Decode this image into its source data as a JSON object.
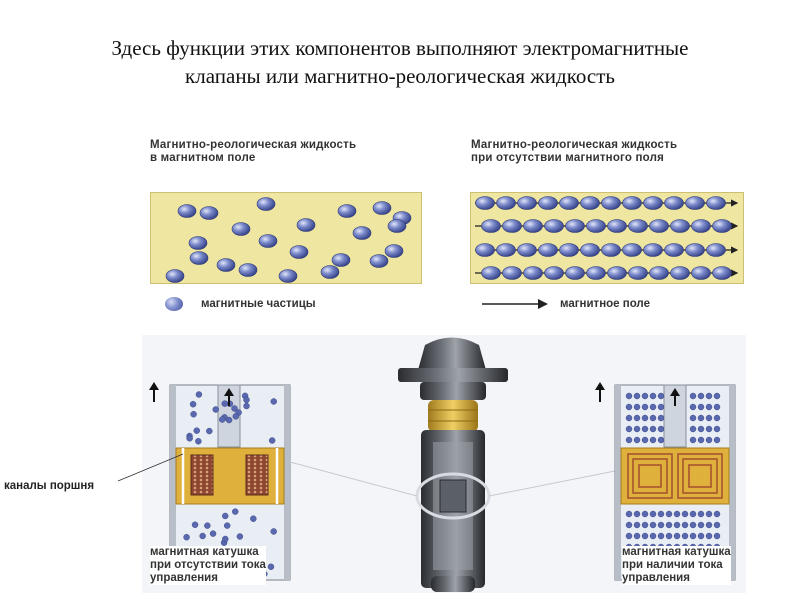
{
  "title": {
    "line1": "Здесь функции этих компонентов выполняют электромагнитные",
    "line2": "клапаны или магнитно-реологическая жидкость"
  },
  "panels": {
    "left": {
      "caption_line1": "Магнитно-реологическая жидкость",
      "caption_line2": "в магнитном поле",
      "legend": "магнитные частицы",
      "state": "particles scattered"
    },
    "right": {
      "caption_line1": "Магнитно-реологическая жидкость",
      "caption_line2": "при отсутствии магнитного поля",
      "legend": "магнитное поле",
      "state": "particles aligned in chains"
    }
  },
  "labels": {
    "piston_channels": "каналы поршня",
    "coil_off_line1": "магнитная катушка",
    "coil_off_line2": "при отсутствии тока",
    "coil_off_line3": "управления",
    "coil_on_line1": "магнитная катушка",
    "coil_on_line2": "при наличии тока",
    "coil_on_line3": "управления"
  },
  "colors": {
    "fluid_panel": "#efe6a2",
    "particle": "#5a68b0",
    "piston_gold": "#e0b03c",
    "coil": "#a85a3a",
    "shock_body": "#3a3d42"
  },
  "icons": {
    "flow_arrow": "arrow-up-icon",
    "field_arrow": "arrow-right-icon"
  }
}
